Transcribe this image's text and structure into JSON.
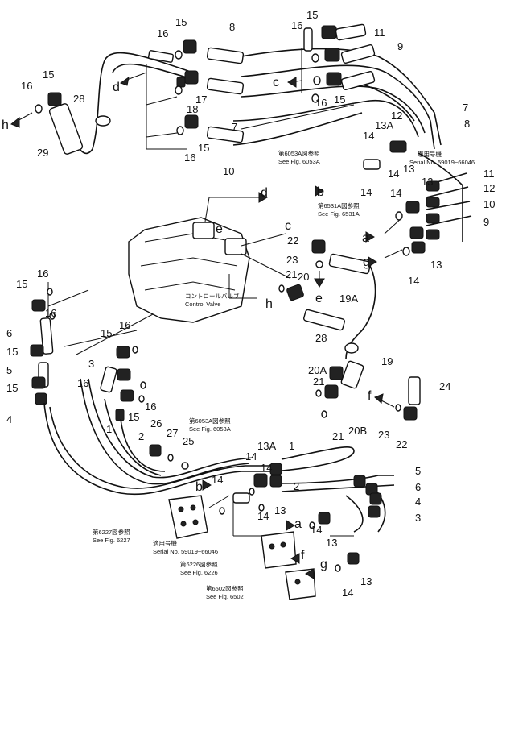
{
  "labels": {
    "n1": "1",
    "n2": "2",
    "n3": "3",
    "n4": "4",
    "n5": "5",
    "n6": "6",
    "n7": "7",
    "n8": "8",
    "n9": "9",
    "n10": "10",
    "n11": "11",
    "n12": "12",
    "n13": "13",
    "n13a": "13A",
    "n14": "14",
    "n15": "15",
    "n16": "16",
    "n17": "17",
    "n18": "18",
    "n19": "19",
    "n19a": "19A",
    "n20": "20",
    "n20a": "20A",
    "n20b": "20B",
    "n21": "21",
    "n22": "22",
    "n23": "23",
    "n24": "24",
    "n25": "25",
    "n26": "26",
    "n27": "27",
    "n28": "28",
    "n29": "29"
  },
  "letters": {
    "a": "a",
    "b": "b",
    "c": "c",
    "d": "d",
    "e": "e",
    "f": "f",
    "g": "g",
    "h": "h"
  },
  "notes": {
    "fig6053a_jp": "第6053A図参照",
    "fig6053a": "See Fig. 6053A",
    "fig6531a_jp": "第6531A図参照",
    "fig6531a": "See Fig. 6531A",
    "fig6227_jp": "第6227図参照",
    "fig6227": "See Fig. 6227",
    "fig6226_jp": "第6226図参照",
    "fig6226": "See Fig. 6226",
    "fig6502_jp": "第6502図参照",
    "fig6502": "See Fig. 6502",
    "serial_jp": "適用号機",
    "serial": "Serial No. 59019~66046",
    "cv_jp": "コントロールバルブ",
    "cv": "Control Valve"
  }
}
